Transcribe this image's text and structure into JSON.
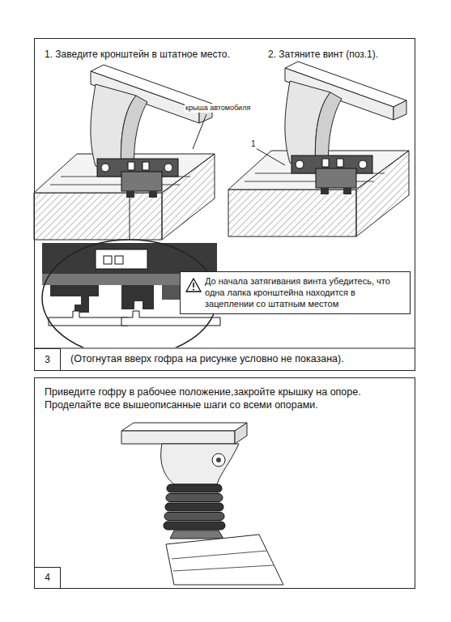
{
  "diagram": {
    "nodes": [
      {
        "text": [
          "1. Заведите кронштейн в штатное место.",
          "2. Затяните винт (поз.1)."
        ]
      },
      {
        "text": [
          "До начала затягивания винта убедитесь, что одна лапка кронштейна находится в зацеплении со штатным местом"
        ],
        "in": 0
      },
      {
        "text": [
          "3"
        ],
        "in": 0
      },
      {
        "text": [
          "Приведите гофру в рабочее положение,закройте крышку на опоре. Проделайте все вышеописанные шаги со всеми опорами."
        ]
      },
      {
        "text": [
          "4"
        ],
        "in": 3
      }
    ],
    "labels": [
      "крыша автомобиля",
      "1",
      "(Отогнутая вверх гофра на рисунке условно не показана)."
    ]
  }
}
